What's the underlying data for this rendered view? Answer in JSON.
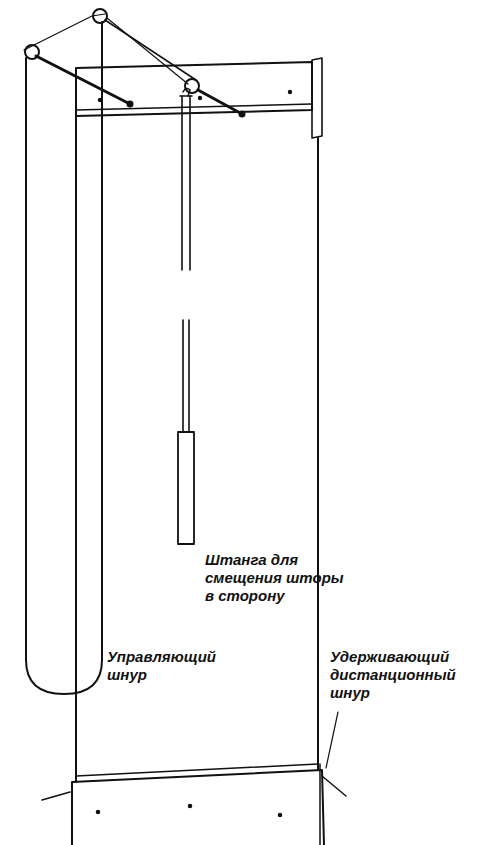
{
  "diagram": {
    "labels": [
      "Штанга для смещения шторы в сторону",
      "Управляющий шнур",
      "Удерживающий дистанционный шнур"
    ]
  }
}
